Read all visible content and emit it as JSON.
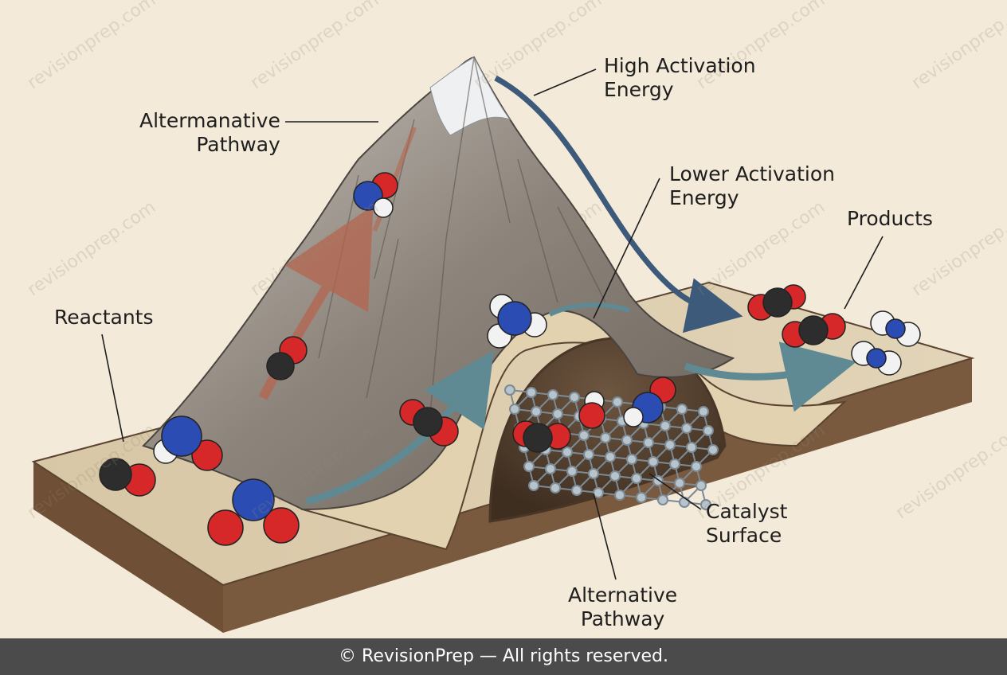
{
  "labels": {
    "alternative_pathway_top": [
      "Altermanative",
      "Pathway"
    ],
    "high_activation": [
      "High Activation",
      "Energy"
    ],
    "lower_activation": [
      "Lower Activation",
      "Energy"
    ],
    "products": "Products",
    "reactants": "Reactants",
    "catalyst_surface": [
      "Catalyst",
      "Surface"
    ],
    "alternative_pathway_bottom": [
      "Alternative",
      "Pathway"
    ]
  },
  "watermark": "revisionprep.com",
  "footer": "© RevisionPrep — All rights reserved.",
  "colors": {
    "background": "#f3ead9",
    "ground_top": "#d9c7a6",
    "ground_side": "#7a5a3e",
    "mountain": "#8a8580",
    "oxygen": "#d62828",
    "nitrogen": "#2b4cb3",
    "carbon": "#2d2d2d",
    "hydrogen": "#f2f2f2",
    "high_path_arrow": "#3d5a7a",
    "low_path_arrow": "#5f8a93",
    "uphill_arrow": "#b5654e",
    "footer_bg": "#4b4b4b"
  }
}
